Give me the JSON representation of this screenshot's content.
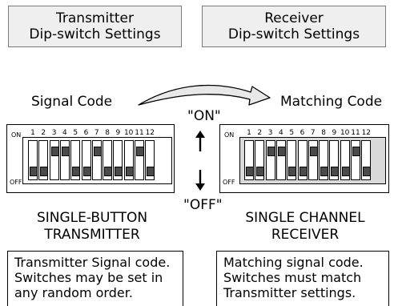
{
  "transmitter_title": {
    "line1": "Transmitter",
    "line2": "Dip-switch Settings"
  },
  "receiver_title": {
    "line1": "Receiver",
    "line2": "Dip-switch Settings"
  },
  "signal_code_label": "Signal Code",
  "matching_code_label": "Matching Code",
  "on_label": "\"ON\"",
  "off_label": "\"OFF\"",
  "dip_on_label": "ON",
  "dip_off_label": "OFF",
  "switch_numbers": [
    "1",
    "2",
    "3",
    "4",
    "5",
    "6",
    "7",
    "8",
    "9",
    "10",
    "11",
    "12"
  ],
  "switch_positions": [
    "off",
    "off",
    "on",
    "on",
    "off",
    "off",
    "on",
    "off",
    "off",
    "off",
    "on",
    "off"
  ],
  "transmitter_caption": {
    "line1": "SINGLE-BUTTON",
    "line2": "TRANSMITTER"
  },
  "receiver_caption": {
    "line1": "SINGLE CHANNEL",
    "line2": "RECEIVER"
  },
  "transmitter_desc": {
    "line1": "Transmitter Signal code.",
    "line2": "Switches may be set in",
    "line3": "any random order."
  },
  "receiver_desc": {
    "line1": "Matching signal code.",
    "line2": "Switches must match",
    "line3": "Transmitter settings."
  },
  "colors": {
    "title_bg": "#efefef",
    "receiver_bank": "#d9d9d9",
    "knob": "#4a4a4a",
    "arrow_fill": "#e8e8e8"
  }
}
